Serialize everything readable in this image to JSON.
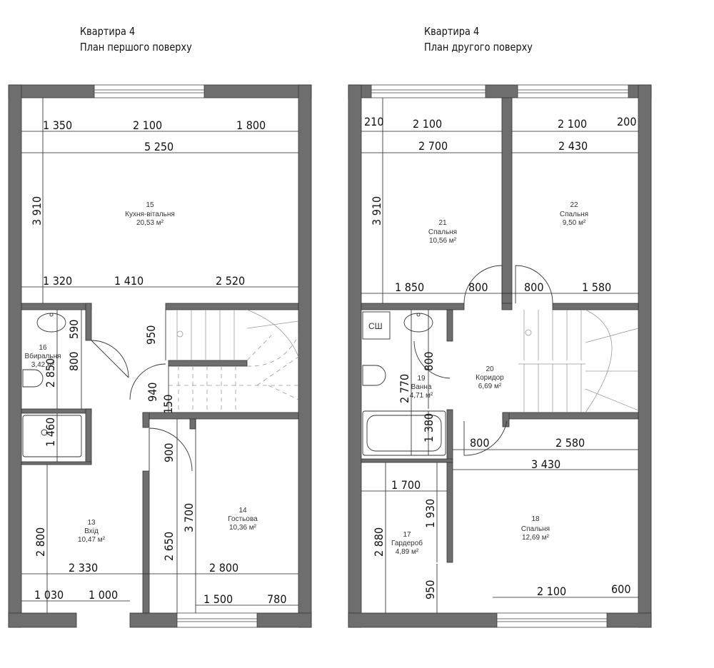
{
  "plans": [
    {
      "title_line1": "Квартира 4",
      "title_line2": "План першого поверху"
    },
    {
      "title_line1": "Квартира 4",
      "title_line2": "План другого поверху"
    }
  ],
  "rooms": {
    "r15": {
      "num": "15",
      "name": "Кухня-вітальня",
      "area": "20,53 м²"
    },
    "r16": {
      "num": "16",
      "name": "Вбиральня",
      "area": "3,42 м²"
    },
    "r13": {
      "num": "13",
      "name": "Вхід",
      "area": "10,47 м²"
    },
    "r14": {
      "num": "14",
      "name": "Гостьова",
      "area": "10,36 м²"
    },
    "r21": {
      "num": "21",
      "name": "Спальня",
      "area": "10,56 м²"
    },
    "r22": {
      "num": "22",
      "name": "Спальня",
      "area": "9,50 м²"
    },
    "r20": {
      "num": "20",
      "name": "Коридор",
      "area": "6,69 м²"
    },
    "r19": {
      "num": "19",
      "name": "Ванна",
      "area": "4,71 м²"
    },
    "r17": {
      "num": "17",
      "name": "Гардероб",
      "area": "4,89 м²"
    },
    "r18": {
      "num": "18",
      "name": "Спальня",
      "area": "12,69 м²"
    }
  },
  "labels": {
    "sh": "СШ"
  },
  "dims": {
    "f1": {
      "top_1350": "1 350",
      "top_2100": "2 100",
      "top_1800": "1 800",
      "total_5250": "5 250",
      "h_3910": "3 910",
      "mid_1320": "1 320",
      "mid_1410": "1 410",
      "mid_2520": "2 520",
      "v_590": "590",
      "v_800": "800",
      "v_2850": "2 850",
      "v_1460": "1 460",
      "v_950": "950",
      "v_940": "940",
      "v_150": "150",
      "v_900": "900",
      "v_3700": "3 700",
      "v_2650": "2 650",
      "v_2800": "2 800",
      "h_2330": "2 330",
      "h_2800": "2 800",
      "h_1030": "1 030",
      "h_1000": "1 000",
      "h_1500": "1 500",
      "h_780": "780"
    },
    "f2": {
      "top_210": "210",
      "top_2100a": "2 100",
      "top_2100b": "2 100",
      "top_200": "200",
      "top_2700": "2 700",
      "top_2430": "2 430",
      "h_3910": "3 910",
      "h_1850": "1 850",
      "h_800a": "800",
      "h_800b": "800",
      "h_1580": "1 580",
      "v_800": "800",
      "v_2770": "2 770",
      "v_1380": "1 380",
      "h_800c": "800",
      "h_2580": "2 580",
      "h_3430": "3 430",
      "h_1700": "1 700",
      "v_1930": "1 930",
      "v_2880": "2 880",
      "v_950": "950",
      "h_2100": "2 100",
      "h_600": "600"
    }
  }
}
